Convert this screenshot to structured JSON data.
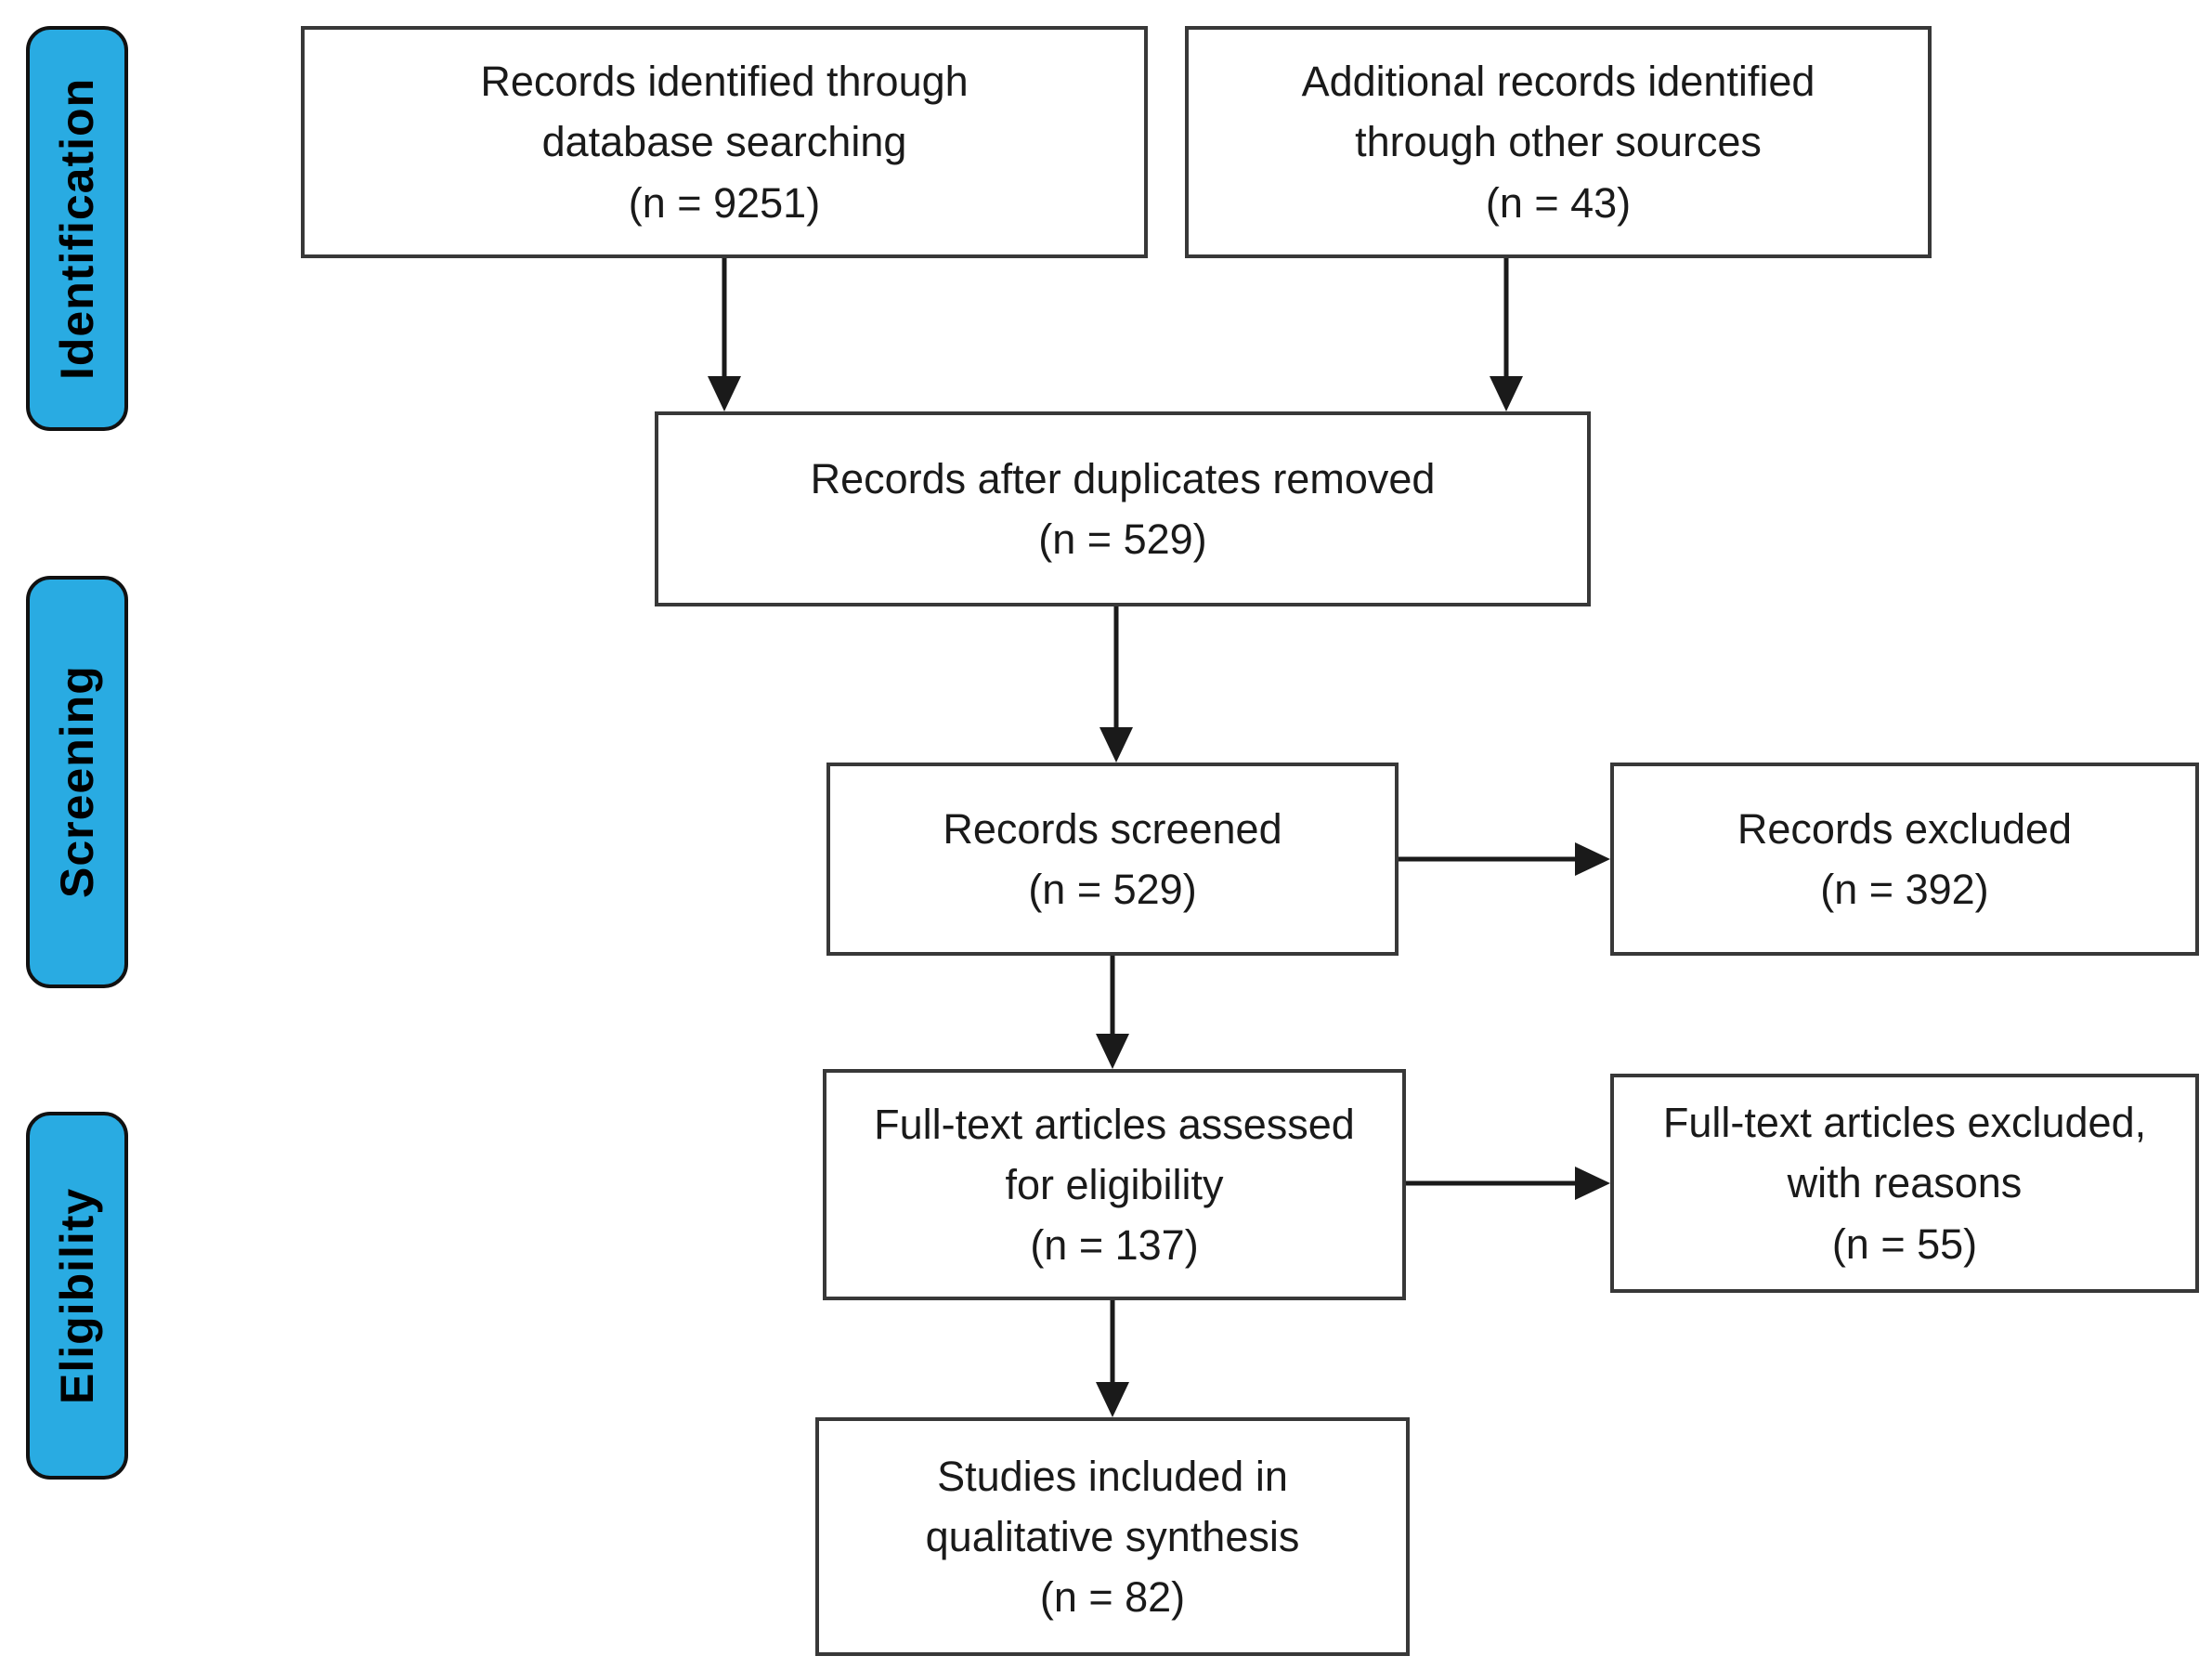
{
  "stages": [
    {
      "label": "Identification"
    },
    {
      "label": "Screening"
    },
    {
      "label": "Eligibility"
    }
  ],
  "boxes": {
    "records_identified": {
      "text": "Records identified through\ndatabase searching\n(n = 9251)",
      "count": 9251
    },
    "additional_records": {
      "text": "Additional records identified\nthrough other sources\n(n = 43)",
      "count": 43
    },
    "after_duplicates": {
      "text": "Records after duplicates removed\n(n = 529)",
      "count": 529
    },
    "records_screened": {
      "text": "Records screened\n(n = 529)",
      "count": 529
    },
    "records_excluded": {
      "text": "Records excluded\n(n = 392)",
      "count": 392
    },
    "fulltext_assessed": {
      "text": "Full-text articles assessed\nfor eligibility\n(n = 137)",
      "count": 137
    },
    "fulltext_excluded": {
      "text": "Full-text articles excluded,\nwith reasons\n(n = 55)",
      "count": 55
    },
    "studies_included": {
      "text": "Studies included in\nqualitative synthesis\n(n = 82)",
      "count": 82
    }
  },
  "colors": {
    "stage_fill": "#29ABE2",
    "stage_border": "#111111",
    "stage_text": "#000000",
    "box_border": "#383838",
    "box_text": "#1a1a1a",
    "arrow": "#1a1a1a",
    "background": "#ffffff"
  }
}
